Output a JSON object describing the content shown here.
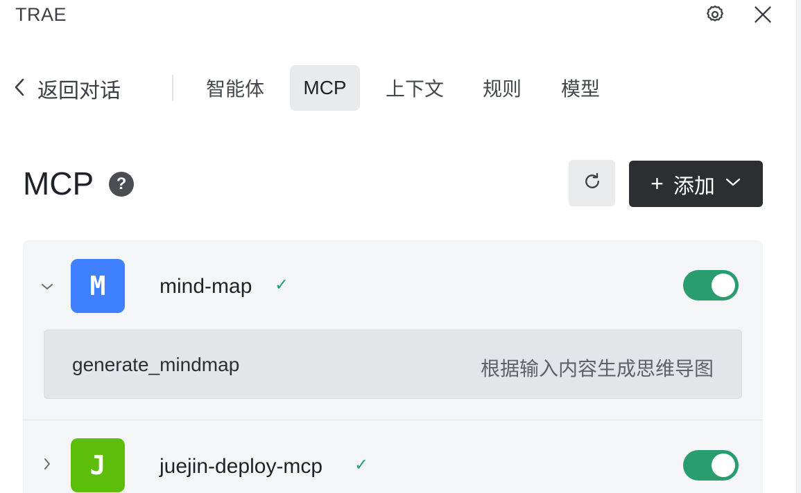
{
  "app": {
    "title": "TRAE"
  },
  "titlebar": {
    "settings_icon": "gear-icon",
    "close_icon": "close-icon"
  },
  "nav": {
    "back_label": "返回对话",
    "tabs": [
      {
        "label": "智能体",
        "active": false
      },
      {
        "label": "MCP",
        "active": true
      },
      {
        "label": "上下文",
        "active": false
      },
      {
        "label": "规则",
        "active": false
      },
      {
        "label": "模型",
        "active": false
      }
    ]
  },
  "header": {
    "title": "MCP",
    "help_icon": "?",
    "refresh_icon": "refresh-icon",
    "add_plus": "+",
    "add_label": "添加"
  },
  "servers": [
    {
      "avatar_letter": "M",
      "avatar_color": "#4080ff",
      "name": "mind-map",
      "status_check": "✓",
      "expanded": true,
      "enabled": true,
      "tools": [
        {
          "name": "generate_mindmap",
          "description": "根据输入内容生成思维导图"
        }
      ]
    },
    {
      "avatar_letter": "J",
      "avatar_color": "#5cbd0a",
      "name": "juejin-deploy-mcp",
      "status_check": "✓",
      "expanded": false,
      "enabled": true
    }
  ],
  "colors": {
    "accent_toggle": "#2a9d6f",
    "add_button": "#2c2e31",
    "check": "#23a27a"
  }
}
